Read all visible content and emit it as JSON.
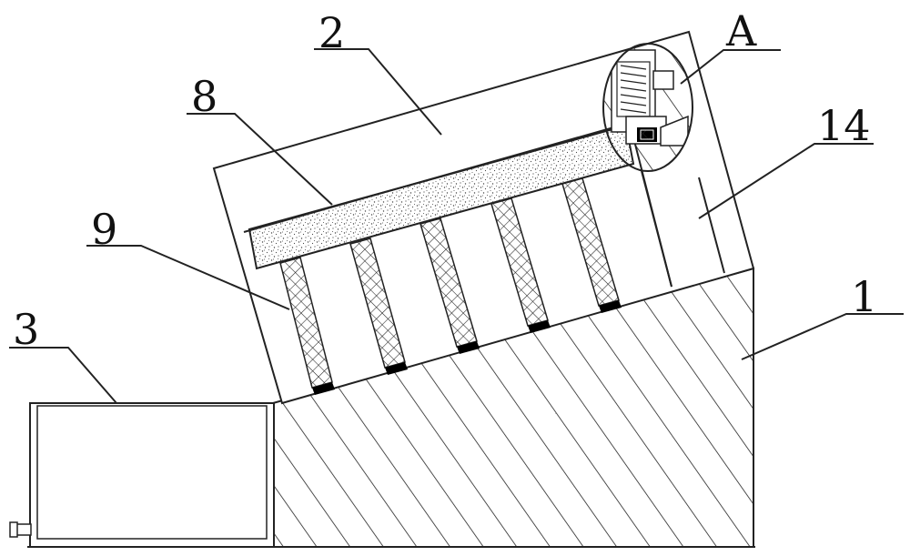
{
  "labels": {
    "part_2": "2",
    "part_8": "8",
    "part_A": "A",
    "part_14": "14",
    "part_9": "9",
    "part_3": "3",
    "part_1": "1"
  },
  "colors": {
    "line": "#222222",
    "background": "#ffffff",
    "spring_end": "#000000"
  }
}
